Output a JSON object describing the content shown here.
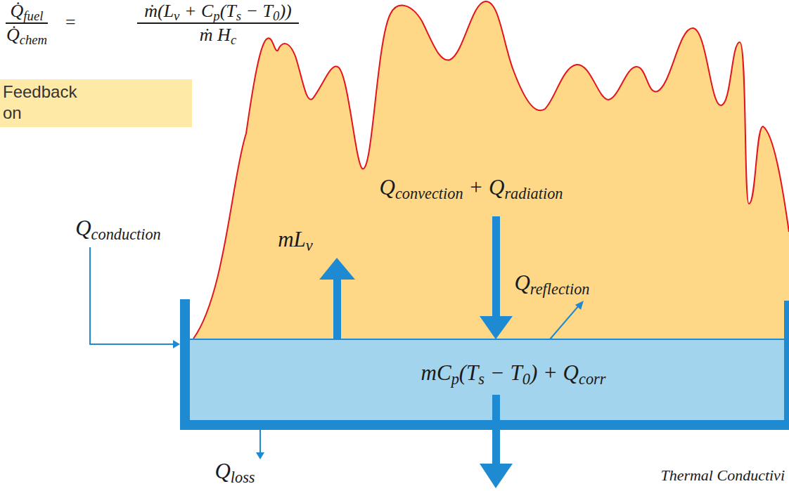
{
  "diagram": {
    "nodes": [
      {
        "text": [
          "Feedback on"
        ]
      },
      {
        "text": [
          "Qconvection + Qradiation",
          "mLv",
          "Qreflection"
        ]
      },
      {
        "text": [
          "mCp(Ts − T0) + Qcorr"
        ]
      }
    ],
    "labels": [
      "Q̇fuel",
      "Q̇chem",
      "=",
      "ṁ(Lv + Cp(Ts − T0))",
      "ṁ Hc",
      "Qconduction",
      "Qloss",
      "Thermal Conductivi"
    ]
  }
}
